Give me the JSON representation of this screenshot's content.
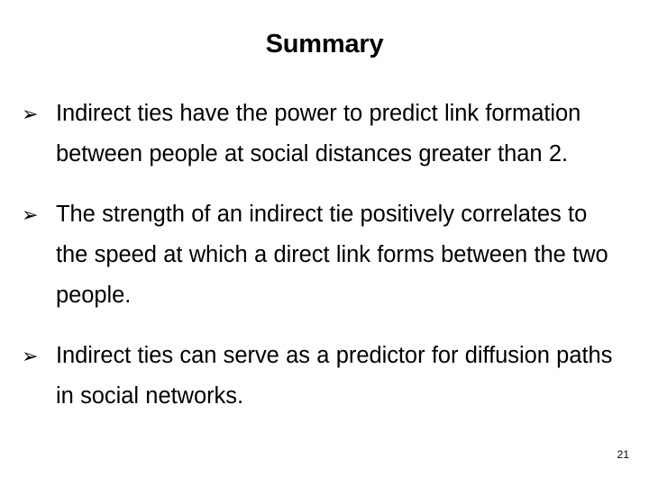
{
  "slide": {
    "title": "Summary",
    "background_color": "#ffffff",
    "text_color": "#000000",
    "bullet_glyph": "➢",
    "bullet_icon_name": "arrowhead-bullet-icon",
    "bullets": [
      {
        "text": "Indirect ties have the power to predict link formation between people at social distances greater than 2."
      },
      {
        "text": "The strength of an indirect tie positively correlates to the speed at which a direct link forms between the two people."
      },
      {
        "text": "Indirect ties can serve as a predictor for diffusion paths in social networks."
      }
    ],
    "page_number": "21"
  }
}
